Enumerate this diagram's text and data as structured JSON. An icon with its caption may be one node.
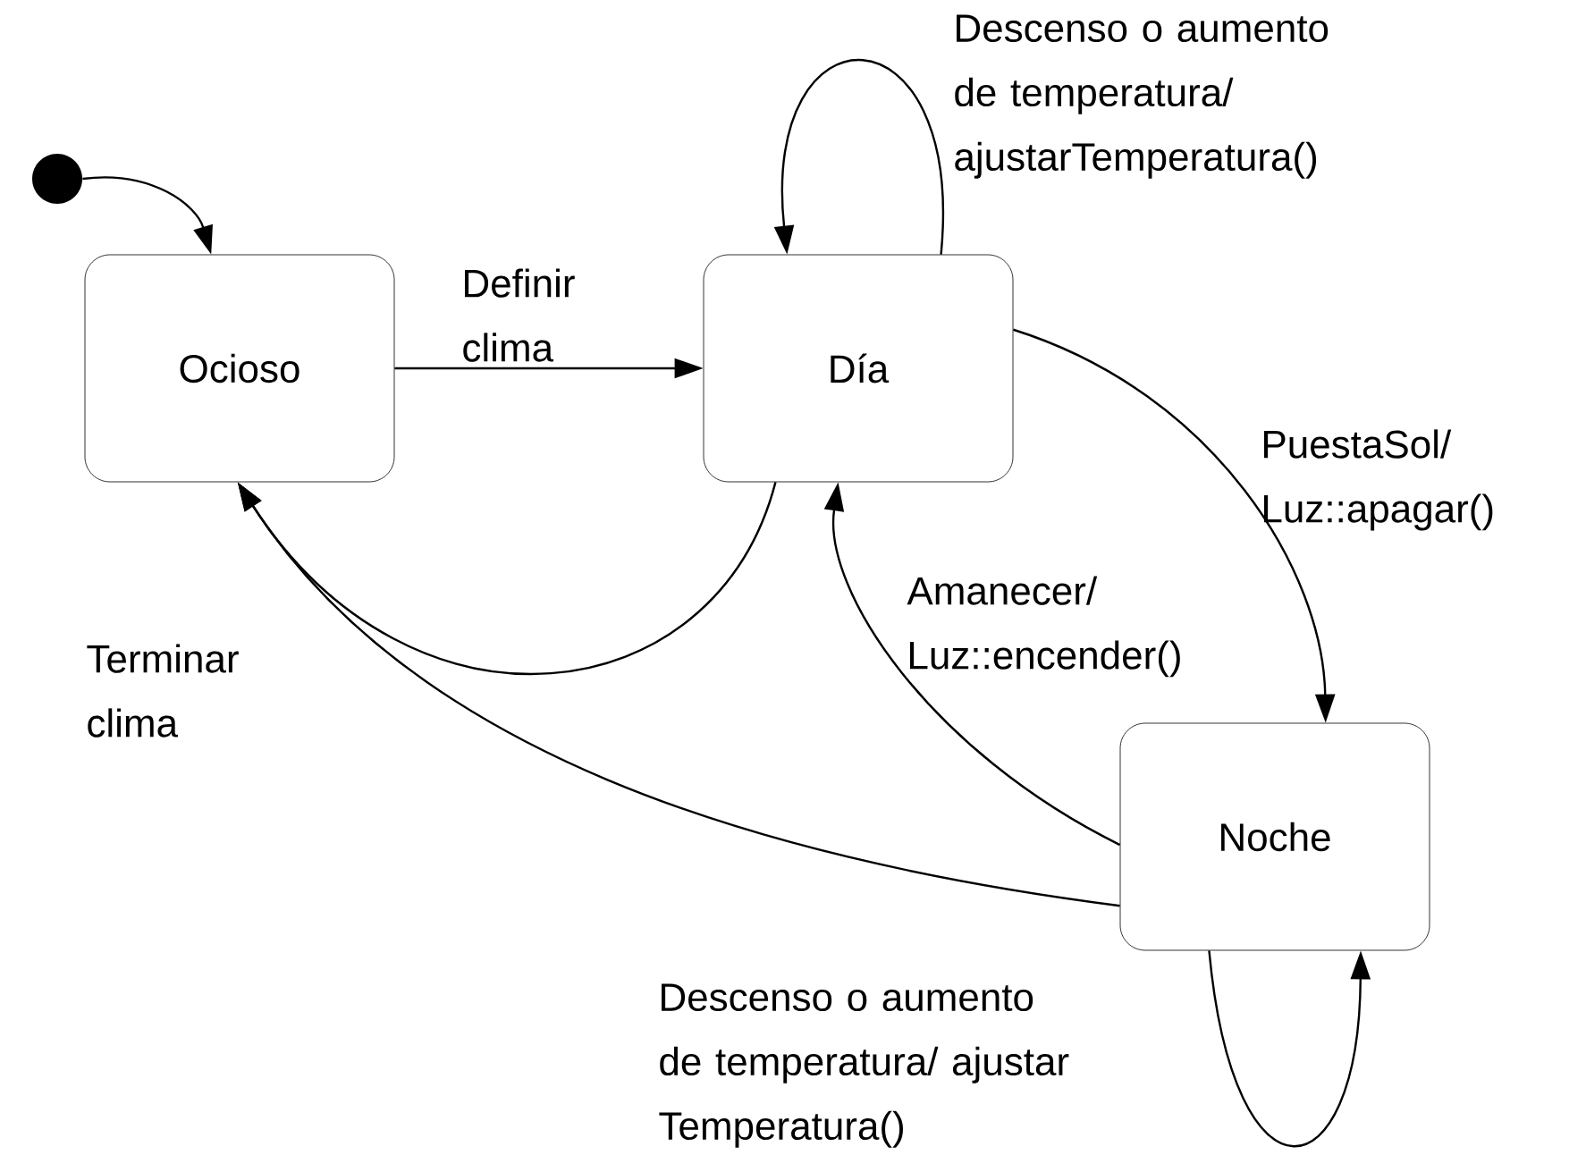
{
  "diagram": {
    "nodes": [
      {
        "text": [],
        "shape": "circle"
      },
      {
        "text": [
          "Ocioso"
        ]
      },
      {
        "text": [
          "Día"
        ]
      },
      {
        "text": [
          "Noche"
        ]
      }
    ],
    "edges": [
      {
        "from": 0,
        "to": 1,
        "arrow": "to"
      },
      {
        "from": 1,
        "to": 2,
        "arrow": "to",
        "label": "Definir clima"
      },
      {
        "from": 2,
        "to": 2,
        "arrow": "to",
        "label": "Descenso o aumento de temperatura/ ajustarTemperatura()"
      },
      {
        "from": 2,
        "to": 3,
        "arrow": "to",
        "label": "PuestaSol/ Luz::apagar()"
      },
      {
        "from": 3,
        "to": 2,
        "arrow": "to",
        "label": "Amanecer/ Luz::encender()"
      },
      {
        "from": 2,
        "to": 1,
        "arrow": "to",
        "label": "Terminar clima"
      },
      {
        "from": 3,
        "to": 1,
        "arrow": "to"
      },
      {
        "from": 3,
        "to": 3,
        "arrow": "to",
        "label": "Descenso o aumento de temperatura/ ajustar Temperatura()"
      }
    ]
  }
}
